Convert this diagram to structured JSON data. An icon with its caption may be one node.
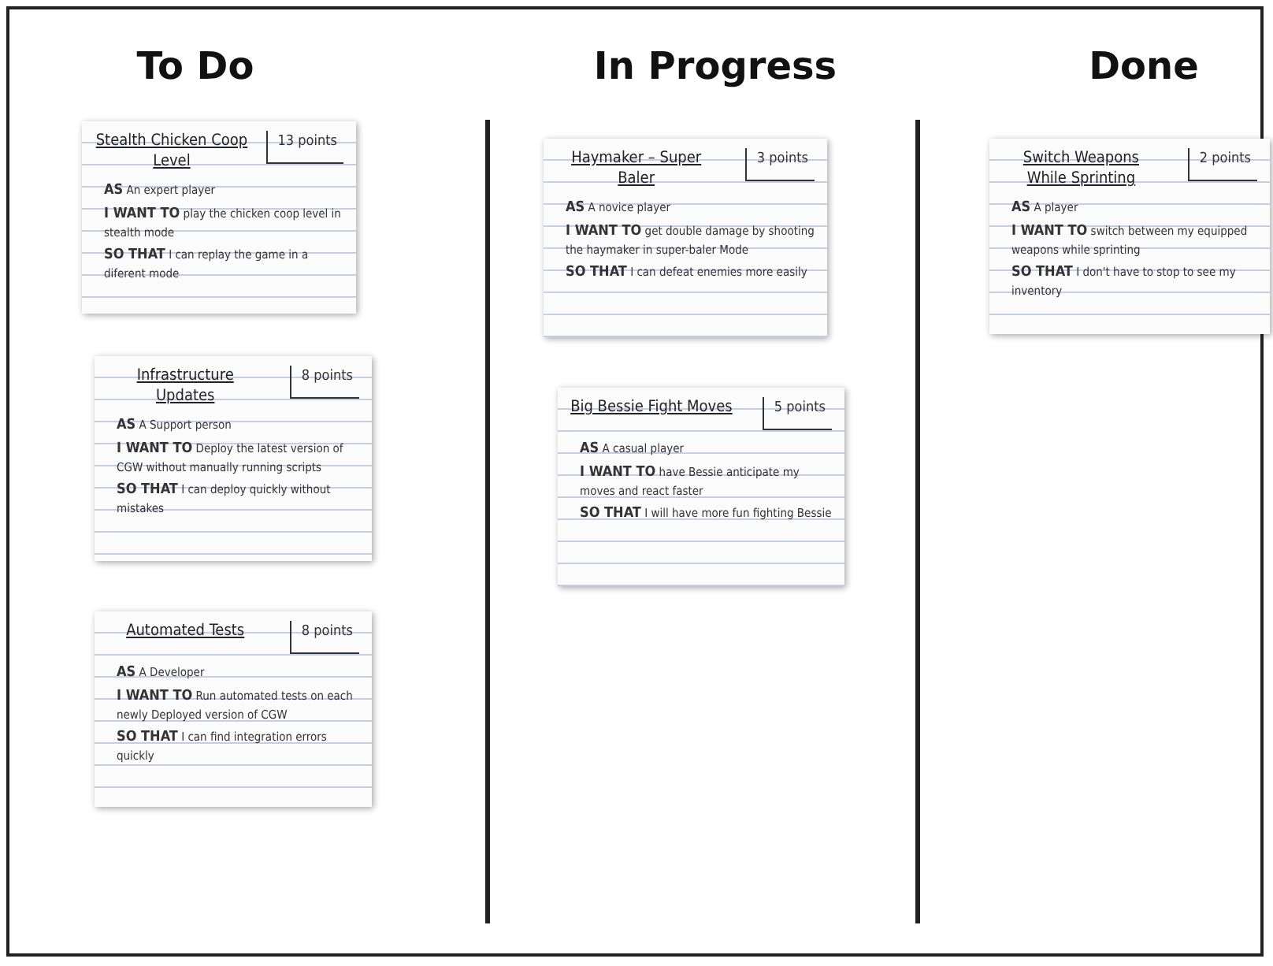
{
  "diagram": {
    "nodes": [
      {
        "text": [
          "Stealth Chicken Coop Level",
          "13 points",
          "**AS** An expert player",
          "**I WANT TO** play the chicken coop level in stealth mode",
          "**SO THAT** I can replay the game in a diferent mode"
        ]
      },
      {
        "text": [
          "Infrastructure Updates",
          "8 points",
          "**AS** A Support person",
          "**I WANT TO** Deploy the latest version of CGW without manually running scripts",
          "**SO THAT** I can deploy quickly without mistakes"
        ]
      },
      {
        "text": [
          "Automated Tests",
          "8 points",
          "**AS** A Developer",
          "**I WANT TO** Run automated tests on each newly Deployed version of CGW",
          "**SO THAT** I can find integration errors quickly"
        ]
      },
      {
        "text": [
          "Haymaker – Super Baler",
          "3 points",
          "**AS** A novice player",
          "**I WANT TO** get double damage by shooting the haymaker in super-baler Mode",
          "**SO THAT** I can defeat enemies more easily"
        ]
      },
      {
        "text": [
          "Big Bessie Fight Moves",
          "5 points",
          "**AS** A casual player",
          "**I WANT TO** have Bessie anticipate my moves and react faster",
          "**SO THAT** I will have more fun fighting Bessie"
        ]
      },
      {
        "text": [
          "Switch Weapons While Sprinting",
          "2 points",
          "**AS** A player",
          "**I WANT TO** switch between my equipped weapons while sprinting",
          "**SO THAT** I don't have to stop to see my inventory"
        ]
      }
    ],
    "labels": [
      "To Do",
      "In Progress",
      "Done"
    ]
  }
}
